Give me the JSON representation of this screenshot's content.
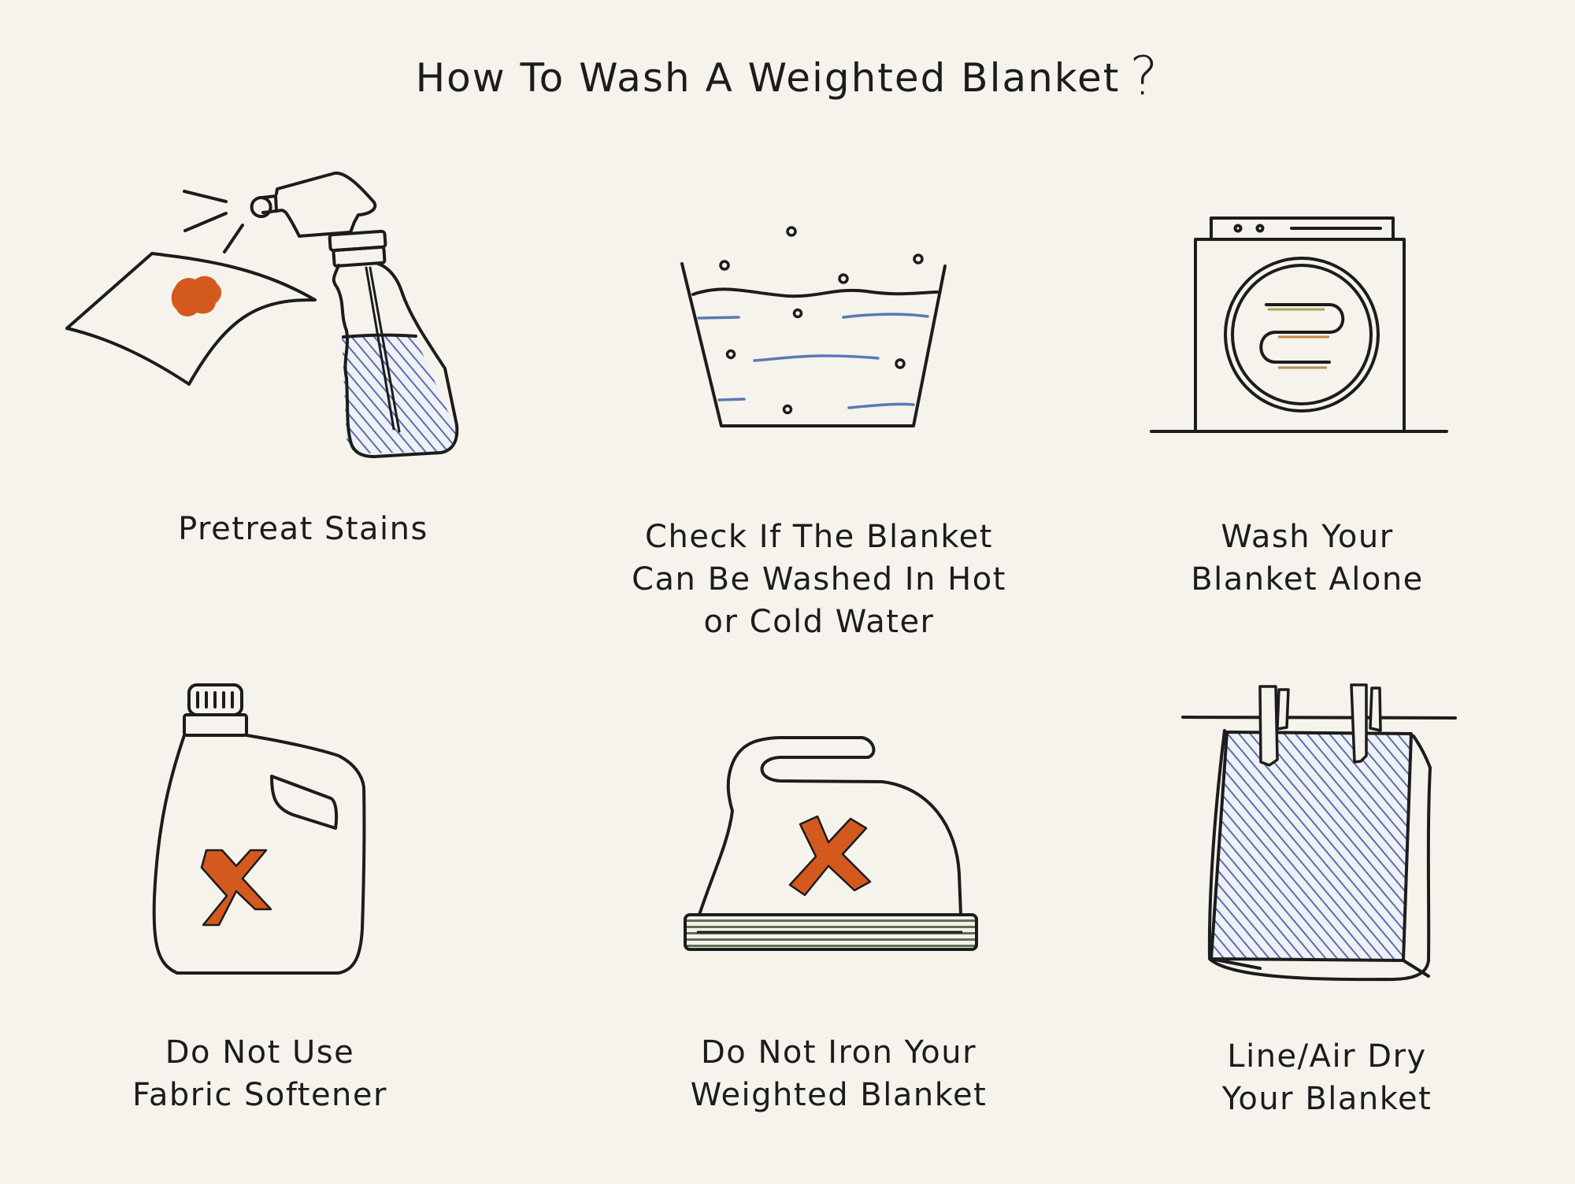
{
  "title": {
    "text": "How To Wash A Weighted Blanket",
    "suffix": "?"
  },
  "colors": {
    "background": "#f6f3ec",
    "ink": "#1c1c1c",
    "accent_orange": "#d4591f",
    "hatch_blue": "#5b6db0",
    "water_blue": "#5b78b8",
    "soleplate_green": "#5f6e50"
  },
  "steps": [
    {
      "id": "pretreat",
      "icon": "spray-bottle-stain-icon",
      "label_lines": [
        "Pretreat Stains"
      ]
    },
    {
      "id": "check-temp",
      "icon": "water-basin-icon",
      "label_lines": [
        "Check If The Blanket",
        "Can Be Washed In Hot",
        "or Cold Water"
      ]
    },
    {
      "id": "wash-alone",
      "icon": "washing-machine-icon",
      "label_lines": [
        "Wash Your",
        "Blanket Alone"
      ]
    },
    {
      "id": "no-softener",
      "icon": "fabric-softener-crossed-icon",
      "label_lines": [
        "Do Not Use",
        "Fabric Softener"
      ]
    },
    {
      "id": "no-iron",
      "icon": "iron-crossed-icon",
      "label_lines": [
        "Do Not Iron Your",
        "Weighted Blanket"
      ]
    },
    {
      "id": "air-dry",
      "icon": "clothesline-blanket-icon",
      "label_lines": [
        "Line/Air Dry",
        "Your Blanket"
      ]
    }
  ]
}
